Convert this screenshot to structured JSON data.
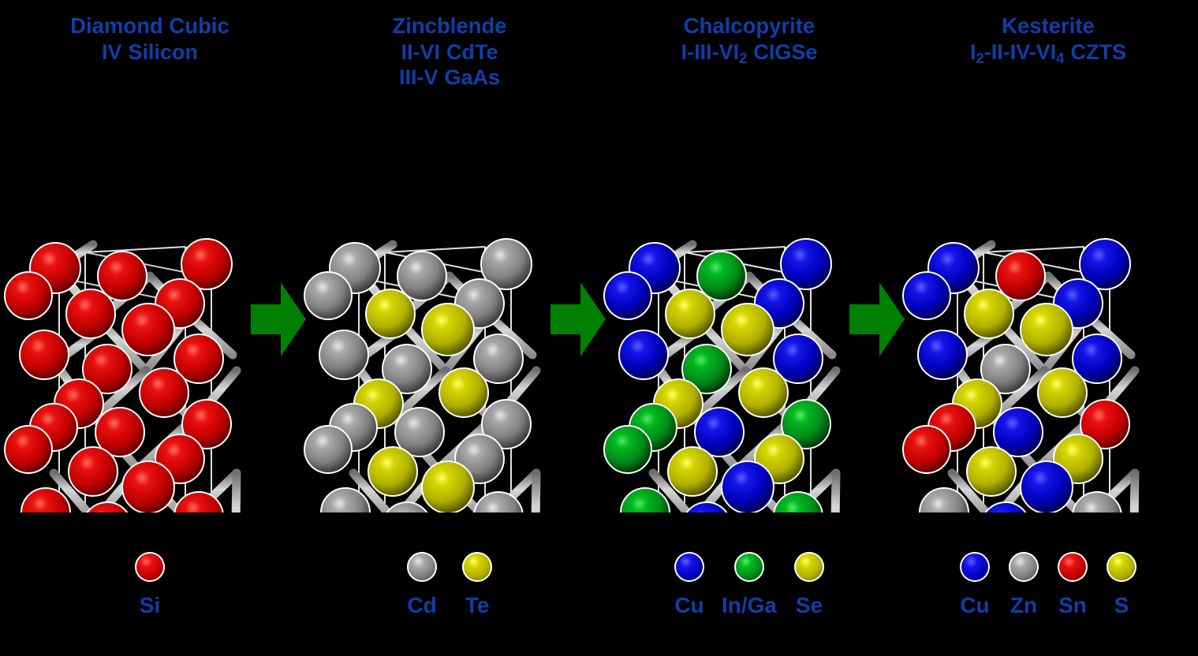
{
  "page": {
    "background_color": "#000000",
    "text_color": "#0F3FA8",
    "arrow_color": "#008000",
    "bond_color": "#B0B0B0",
    "cell_edge_color": "#E8E8E8"
  },
  "arrows": [
    {
      "name": "arrow-diamond-to-zincblende",
      "glyph": "block-arrow-right",
      "color": "#008000"
    },
    {
      "name": "arrow-zincblende-to-chalcopyrite",
      "glyph": "block-arrow-right",
      "color": "#008000"
    },
    {
      "name": "arrow-chalcopyrite-to-kesterite",
      "glyph": "block-arrow-right",
      "color": "#008000"
    }
  ],
  "element_colors": {
    "red": "#CC0000",
    "gray": "#8A8A8A",
    "yellow": "#BFBF00",
    "blue": "#1414CC",
    "green": "#00A01E"
  },
  "columns": [
    {
      "id": "diamond-cubic",
      "header": {
        "title": "Diamond Cubic",
        "lines": [
          {
            "group": "IV",
            "material": "Silicon"
          }
        ]
      },
      "legend": [
        {
          "label": "Si",
          "color": "#CC0000",
          "swatch_name": "si-sphere-swatch"
        }
      ]
    },
    {
      "id": "zincblende",
      "header": {
        "title": "Zincblende",
        "lines": [
          {
            "group": "II-VI",
            "material": "CdTe"
          },
          {
            "group": "III-V",
            "material": "GaAs"
          }
        ]
      },
      "legend": [
        {
          "label": "Cd",
          "color": "#8A8A8A",
          "swatch_name": "cd-sphere-swatch"
        },
        {
          "label": "Te",
          "color": "#BFBF00",
          "swatch_name": "te-sphere-swatch"
        }
      ]
    },
    {
      "id": "chalcopyrite",
      "header": {
        "title": "Chalcopyrite",
        "lines": [
          {
            "group": "I-III-VI",
            "group_sub": "2",
            "material": "CIGSe"
          }
        ]
      },
      "legend": [
        {
          "label": "Cu",
          "color": "#1414CC",
          "swatch_name": "cu-sphere-swatch"
        },
        {
          "label": "In/Ga",
          "color": "#00A01E",
          "swatch_name": "inga-sphere-swatch"
        },
        {
          "label": "Se",
          "color": "#BFBF00",
          "swatch_name": "se-sphere-swatch"
        }
      ]
    },
    {
      "id": "kesterite",
      "header": {
        "title": "Kesterite",
        "lines": [
          {
            "group": "I",
            "group_sub_lead": "2",
            "group_rest": "-II-IV-VI",
            "group_sub": "4",
            "material": "CZTS"
          }
        ]
      },
      "legend": [
        {
          "label": "Cu",
          "color": "#1414CC",
          "swatch_name": "cu-sphere-swatch"
        },
        {
          "label": "Zn",
          "color": "#8A8A8A",
          "swatch_name": "zn-sphere-swatch"
        },
        {
          "label": "Sn",
          "color": "#CC0000",
          "swatch_name": "sn-sphere-swatch"
        },
        {
          "label": "S",
          "color": "#BFBF00",
          "swatch_name": "s-sphere-swatch"
        }
      ]
    }
  ],
  "structures": {
    "diamond-cubic": {
      "name": "diamond-cubic-unit-cell",
      "palette": [
        "#CC0000"
      ],
      "description": "Tetragonal unit cell of silicon, all sites red Si"
    },
    "zincblende": {
      "name": "zincblende-unit-cell",
      "palette": [
        "#8A8A8A",
        "#BFBF00"
      ],
      "description": "Cation sites gray Cd, anion sites yellow Te"
    },
    "chalcopyrite": {
      "name": "chalcopyrite-unit-cell",
      "palette": [
        "#1414CC",
        "#00A01E",
        "#BFBF00"
      ],
      "description": "Alternating blue Cu and green In/Ga cations, yellow Se anions"
    },
    "kesterite": {
      "name": "kesterite-unit-cell",
      "palette": [
        "#1414CC",
        "#8A8A8A",
        "#CC0000",
        "#BFBF00"
      ],
      "description": "Blue Cu, gray Zn, red Sn cations, yellow S anions"
    }
  }
}
